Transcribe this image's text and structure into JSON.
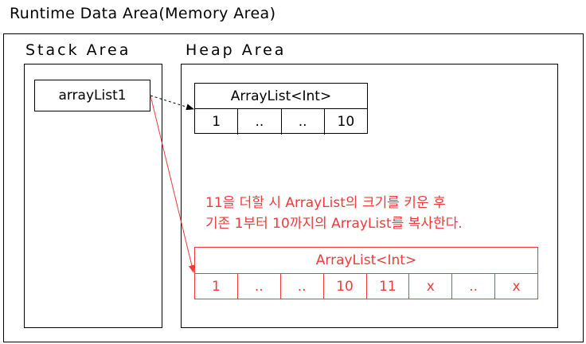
{
  "title": "Runtime Data Area(Memory Area)",
  "stack_area": {
    "label": "Stack Area",
    "variable": "arrayList1"
  },
  "heap_area": {
    "label": "Heap Area",
    "original_list": {
      "header": "ArrayList<Int>",
      "cells": [
        "1",
        "..",
        "..",
        "10"
      ]
    },
    "note_lines": [
      "11을 더할 시 ArrayList의 크기를 키운 후",
      "기존 1부터 10까지의 ArrayList를 복사한다."
    ],
    "new_list": {
      "header": "ArrayList<Int>",
      "cells": [
        "1",
        "..",
        "..",
        "10",
        "11",
        "x",
        "..",
        "x"
      ]
    }
  },
  "colors": {
    "primary": "#000000",
    "accent": "#ee3b3b"
  }
}
